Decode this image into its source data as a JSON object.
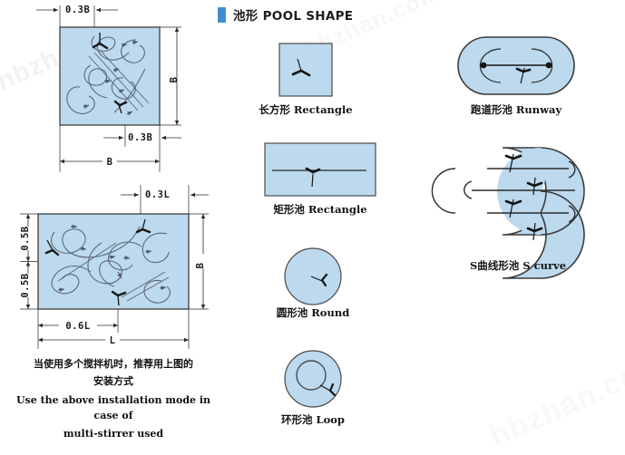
{
  "watermarks": {
    "left": "hbzhan",
    "bottom_right": "hbzhan.com",
    "top_center": "hbzhan.com"
  },
  "header": {
    "title_cn": "池形",
    "title_en": "POOL SHAPE",
    "title_full": "池形 POOL SHAPE",
    "accent_color": "#3d8fd1"
  },
  "colors": {
    "pool_fill": "#bcd9ee",
    "pool_stroke": "#4a4a4a",
    "flow_line": "#5a6472",
    "dimension_line": "#2a2a2a",
    "stirrer": "#141414",
    "background": "#ffffff"
  },
  "installation_diagrams": {
    "square": {
      "name": "square-tank-layout",
      "dims": {
        "top_offset": "0.3B",
        "bottom_offset": "0.3B",
        "width": "B",
        "height": "B"
      }
    },
    "rectangle": {
      "name": "rectangular-tank-layout",
      "dims": {
        "top_offset": "0.3L",
        "left_upper": "0.5B",
        "left_lower": "0.5B",
        "bottom_offset": "0.6L",
        "width": "L",
        "height": "B"
      }
    }
  },
  "note": {
    "cn_line1": "当使用多个搅拌机时，推荐用上图的",
    "cn_line2": "安装方式",
    "en_line1": "Use the above installation mode in case of",
    "en_line2": "multi-stirrer used"
  },
  "shapes": [
    {
      "id": "rectangle-square",
      "cn": "长方形",
      "en": "Rectangle",
      "caption": "长方形 Rectangle",
      "geometry": "square"
    },
    {
      "id": "rectangle-wide",
      "cn": "矩形池",
      "en": "Rectangle",
      "caption": "矩形池 Rectangle",
      "geometry": "rectangle"
    },
    {
      "id": "round",
      "cn": "圆形池",
      "en": "Round",
      "caption": "圆形池 Round",
      "geometry": "circle"
    },
    {
      "id": "loop",
      "cn": "环形池",
      "en": "Loop",
      "caption": "环形池 Loop",
      "geometry": "annulus"
    },
    {
      "id": "runway",
      "cn": "跑道形池",
      "en": "Runway",
      "caption": "跑道形池 Runway",
      "geometry": "stadium"
    },
    {
      "id": "s-curve",
      "cn": "S曲线形池",
      "en": "S curve",
      "caption": "S曲线形池 S curve",
      "geometry": "serpentine"
    }
  ]
}
